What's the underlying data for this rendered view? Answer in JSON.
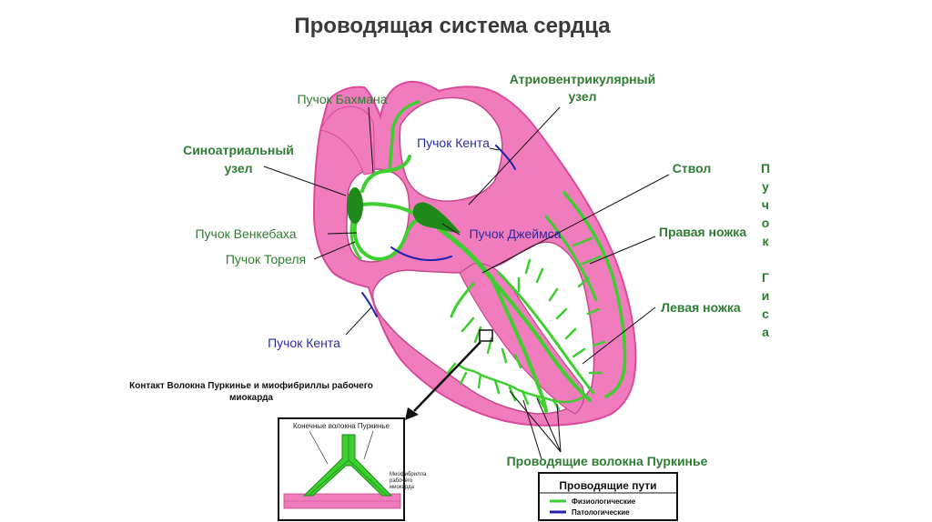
{
  "title": "Проводящая система сердца",
  "labels": {
    "bachmann": "Пучок Бахмана",
    "av_node_1": "Атриовентрикулярный",
    "av_node_2": "узел",
    "kent_top": "Пучок Кента",
    "sa_node_1": "Синоатриальный",
    "sa_node_2": "узел",
    "trunk": "Ствол",
    "wenckebach": "Пучок Венкебаха",
    "james": "Пучок Джеймса",
    "right_leg": "Правая ножка",
    "thorel": "Пучок Тореля",
    "left_leg": "Левая ножка",
    "kent_bottom": "Пучок Кента",
    "purkinje_fibers": "Проводящие волокна Пуркинье"
  },
  "his_vertical": [
    "П",
    "у",
    "ч",
    "о",
    "к",
    "",
    "Г",
    "и",
    "с",
    "а"
  ],
  "inset": {
    "caption_1": "Контакт Волокна Пуркинье и миофибриллы рабочего",
    "caption_2": "миокарда",
    "terminal_fibers": "Конечные волокна Пуркинье",
    "myofibril_1": "Миофибрилла",
    "myofibril_2": "рабочего",
    "myofibril_3": "миокарда"
  },
  "legend": {
    "title": "Проводящие пути",
    "physiological": "Физиологические",
    "pathological": "Патологические"
  },
  "colors": {
    "myocardium": "#f07bbd",
    "myocardium_stroke": "#d94a9c",
    "conduction": "#3ccf2e",
    "conduction_dark": "#1f8a1a",
    "pathological": "#2323b0"
  }
}
